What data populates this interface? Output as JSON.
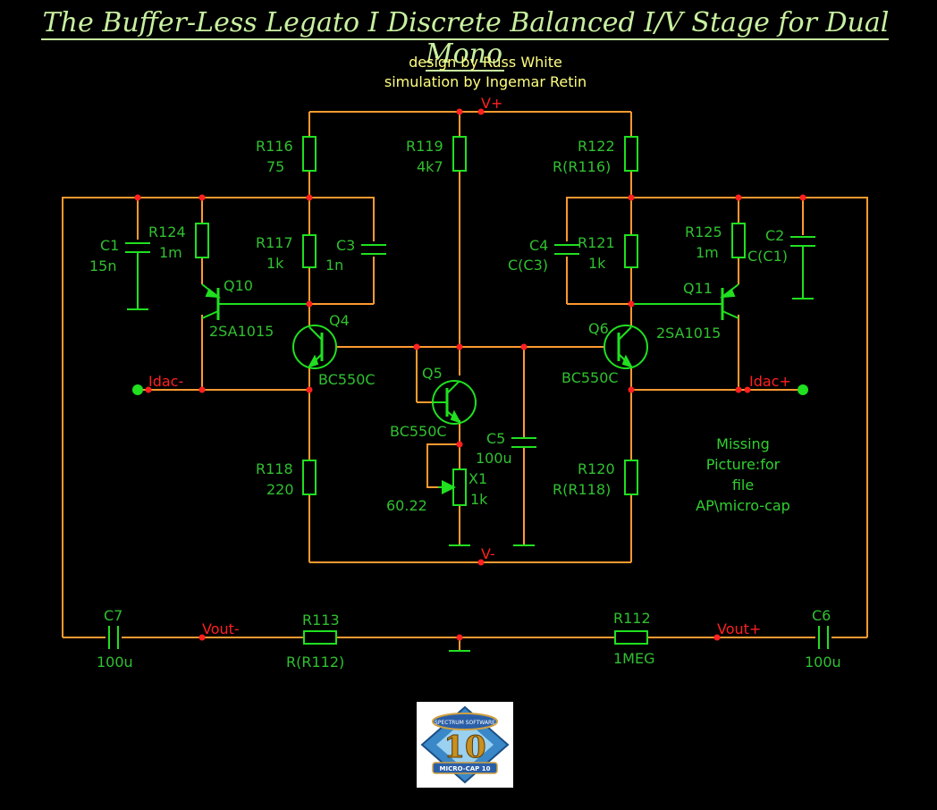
{
  "title": "The Buffer-Less Legato I Discrete Balanced I/V Stage for Dual Mono",
  "credits": {
    "design": "design by Russ White",
    "simulation": "simulation by Ingemar Retin"
  },
  "nodes": {
    "vplus": "V+",
    "vminus": "V-",
    "idac_minus": "Idac-",
    "idac_plus": "Idac+",
    "vout_minus": "Vout-",
    "vout_plus": "Vout+"
  },
  "components": {
    "R116": {
      "name": "R116",
      "value": "75"
    },
    "R119": {
      "name": "R119",
      "value": "4k7"
    },
    "R122": {
      "name": "R122",
      "value": "R(R116)"
    },
    "C1": {
      "name": "C1",
      "value": "15n"
    },
    "R124": {
      "name": "R124",
      "value": "1m"
    },
    "R117": {
      "name": "R117",
      "value": "1k"
    },
    "C3": {
      "name": "C3",
      "value": "1n"
    },
    "C4": {
      "name": "C4",
      "value": "C(C3)"
    },
    "R121": {
      "name": "R121",
      "value": "1k"
    },
    "R125": {
      "name": "R125",
      "value": "1m"
    },
    "C2": {
      "name": "C2",
      "value": "C(C1)"
    },
    "Q10": {
      "name": "Q10",
      "value": "2SA1015"
    },
    "Q4": {
      "name": "Q4",
      "value": "BC550C"
    },
    "Q6": {
      "name": "Q6",
      "value": "BC550C"
    },
    "Q11": {
      "name": "Q11",
      "value": "2SA1015"
    },
    "Q5": {
      "name": "Q5",
      "value": "BC550C"
    },
    "C5": {
      "name": "C5",
      "value": "100u"
    },
    "X1": {
      "name": "X1",
      "value": "1k",
      "setting": "60.22"
    },
    "R118": {
      "name": "R118",
      "value": "220"
    },
    "R120": {
      "name": "R120",
      "value": "R(R118)"
    },
    "C7": {
      "name": "C7",
      "value": "100u"
    },
    "R113": {
      "name": "R113",
      "value": "R(R112)"
    },
    "R112": {
      "name": "R112",
      "value": "1MEG"
    },
    "C6": {
      "name": "C6",
      "value": "100u"
    }
  },
  "missing_picture": {
    "line1": "Missing",
    "line2": "Picture:for",
    "line3": "file",
    "line4": "AP\\micro-cap"
  },
  "logo": {
    "vendor": "SPECTRUM SOFTWARE",
    "version": "10",
    "product": "MICRO-CAP 10"
  },
  "colors": {
    "wire": "#ff9a30",
    "component": "#20e020",
    "node_label": "#ff2020",
    "text": "#30c030",
    "title": "#c8f0a0",
    "credit": "#ffff80",
    "background": "#000000"
  }
}
